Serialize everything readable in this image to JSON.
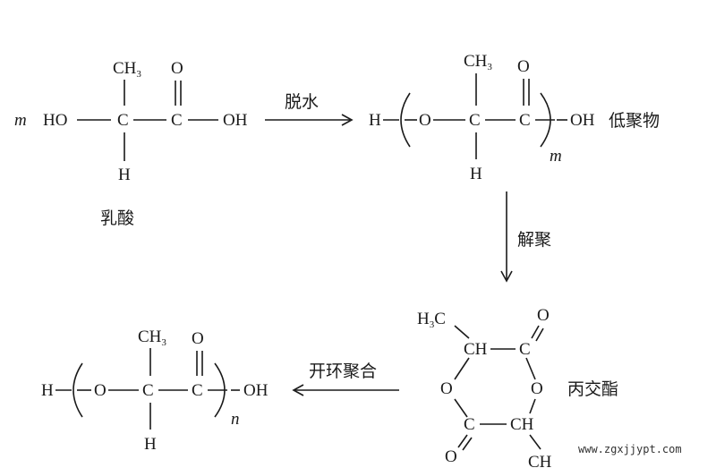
{
  "lactic_acid": {
    "coeff": "m",
    "ho": "HO",
    "c1": "C",
    "c2": "C",
    "oh": "OH",
    "ch3": "CH",
    "ch3_sub": "3",
    "o": "O",
    "h": "H",
    "name": "乳酸"
  },
  "step1": {
    "label": "脱水"
  },
  "oligomer": {
    "h_end": "H",
    "o": "O",
    "c1": "C",
    "c2": "C",
    "oh": "OH",
    "ch3": "CH",
    "ch3_sub": "3",
    "carbonyl_o": "O",
    "h": "H",
    "subscript": "m",
    "name": "低聚物"
  },
  "step2": {
    "label": "解聚"
  },
  "lactide": {
    "h3c": "H",
    "h3c_sub": "3",
    "h3c_c": "C",
    "ch_top": "CH",
    "c_top": "C",
    "o_top": "O",
    "o_left": "O",
    "o_right": "O",
    "c_bottom": "C",
    "ch_bottom": "CH",
    "o_bottom": "O",
    "ch3_bottom": "CH",
    "name": "丙交酯"
  },
  "step3": {
    "label": "开环聚合"
  },
  "polylactide": {
    "h_end": "H",
    "o": "O",
    "c1": "C",
    "c2": "C",
    "oh": "OH",
    "ch3": "CH",
    "ch3_sub": "3",
    "carbonyl_o": "O",
    "h": "H",
    "subscript": "n"
  },
  "watermark": "www.zgxjjypt.com"
}
